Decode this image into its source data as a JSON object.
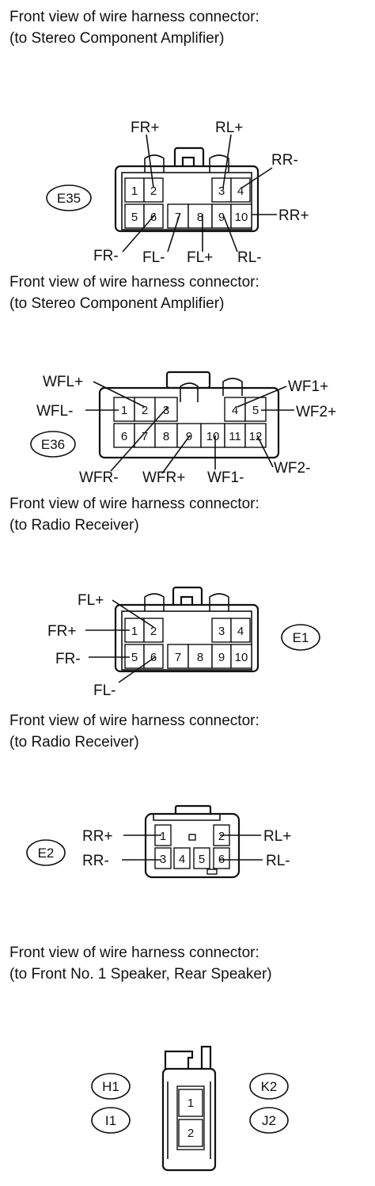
{
  "connectors": [
    {
      "caption_line1": "Front view of wire harness connector:",
      "caption_line2": "(to Stereo Component Amplifier)",
      "code": "E35",
      "pins": [
        "1",
        "2",
        "3",
        "4",
        "5",
        "6",
        "7",
        "8",
        "9",
        "10"
      ],
      "labels": {
        "p2": "FR+",
        "p3": "RL+",
        "p4": "RR-",
        "p10": "RR+",
        "p6": "FR-",
        "p7": "FL-",
        "p8": "FL+",
        "p9": "RL-"
      }
    },
    {
      "caption_line1": "Front view of wire harness connector:",
      "caption_line2": "(to Stereo Component Amplifier)",
      "code": "E36",
      "pins": [
        "1",
        "2",
        "3",
        "4",
        "5",
        "6",
        "7",
        "8",
        "9",
        "10",
        "11",
        "12"
      ],
      "labels": {
        "p2": "WFL+",
        "p1": "WFL-",
        "p4": "WF1+",
        "p5": "WF2+",
        "p3": "WFR-",
        "p9": "WFR+",
        "p10": "WF1-",
        "p12": "WF2-"
      }
    },
    {
      "caption_line1": "Front view of wire harness connector:",
      "caption_line2": "(to Radio Receiver)",
      "code": "E1",
      "pins": [
        "1",
        "2",
        "3",
        "4",
        "5",
        "6",
        "7",
        "8",
        "9",
        "10"
      ],
      "labels": {
        "p2": "FL+",
        "p1": "FR+",
        "p5": "FR-",
        "p6": "FL-"
      }
    },
    {
      "caption_line1": "Front view of wire harness connector:",
      "caption_line2": "(to Radio Receiver)",
      "code": "E2",
      "pins": [
        "1",
        "2",
        "3",
        "4",
        "5",
        "6"
      ],
      "labels": {
        "p1": "RR+",
        "p3": "RR-",
        "p2": "RL+",
        "p6": "RL-"
      }
    },
    {
      "caption_line1": "Front view of wire harness connector:",
      "caption_line2": "(to Front No. 1 Speaker, Rear Speaker)",
      "codes": [
        "H1",
        "I1",
        "K2",
        "J2"
      ],
      "pins": [
        "1",
        "2"
      ]
    }
  ]
}
